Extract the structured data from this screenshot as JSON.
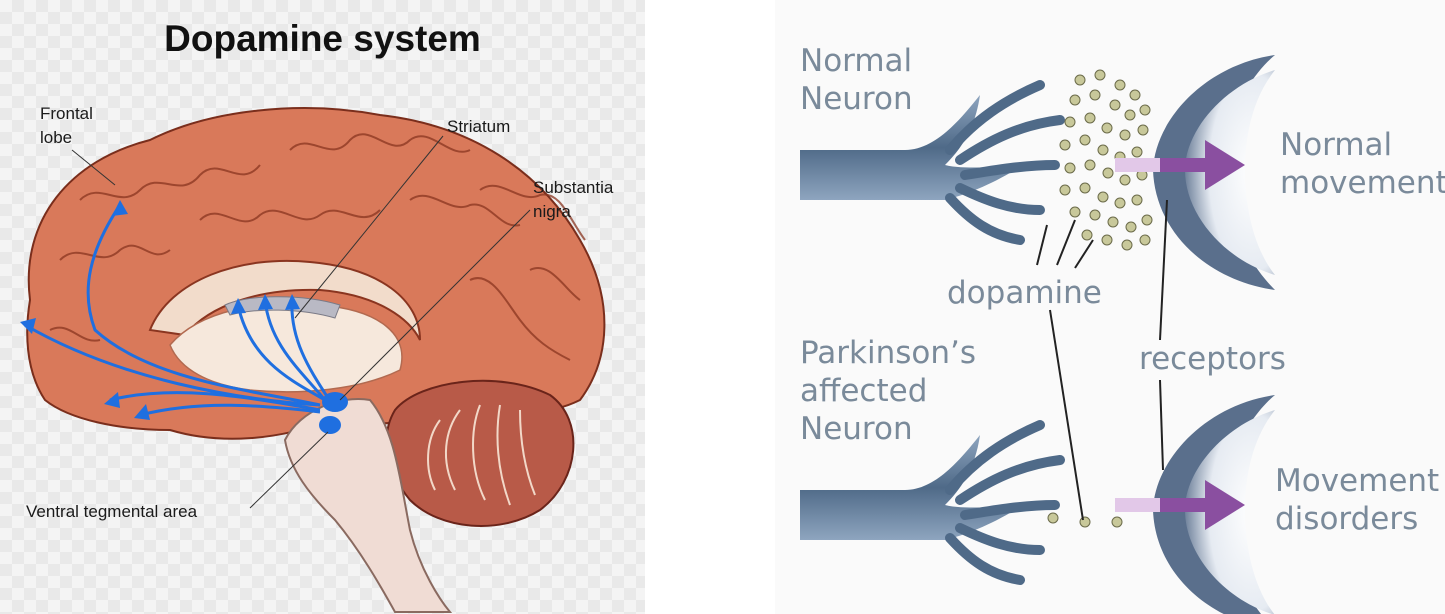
{
  "brain_diagram": {
    "title": "Dopamine system",
    "labels": {
      "frontal_lobe": [
        "Frontal",
        "lobe"
      ],
      "striatum": "Striatum",
      "substantia_nigra": [
        "Substantia",
        "nigra"
      ],
      "ventral_tegmental_area": "Ventral tegmental area"
    },
    "colors": {
      "brain": "#d9795a",
      "pathway": "#1f6fe0"
    }
  },
  "synapse_diagram": {
    "labels": {
      "normal_neuron": [
        "Normal",
        "Neuron"
      ],
      "normal_movement": [
        "Normal",
        "movement"
      ],
      "dopamine": "dopamine",
      "parkinsons_neuron": [
        "Parkinson’s",
        "affected",
        "Neuron"
      ],
      "receptors": "receptors",
      "movement_disorders": [
        "Movement",
        "disorders"
      ]
    },
    "colors": {
      "neuron": "#5f7a98",
      "dopamine": "#c8c89a",
      "arrow": "#8a4fa0"
    }
  }
}
